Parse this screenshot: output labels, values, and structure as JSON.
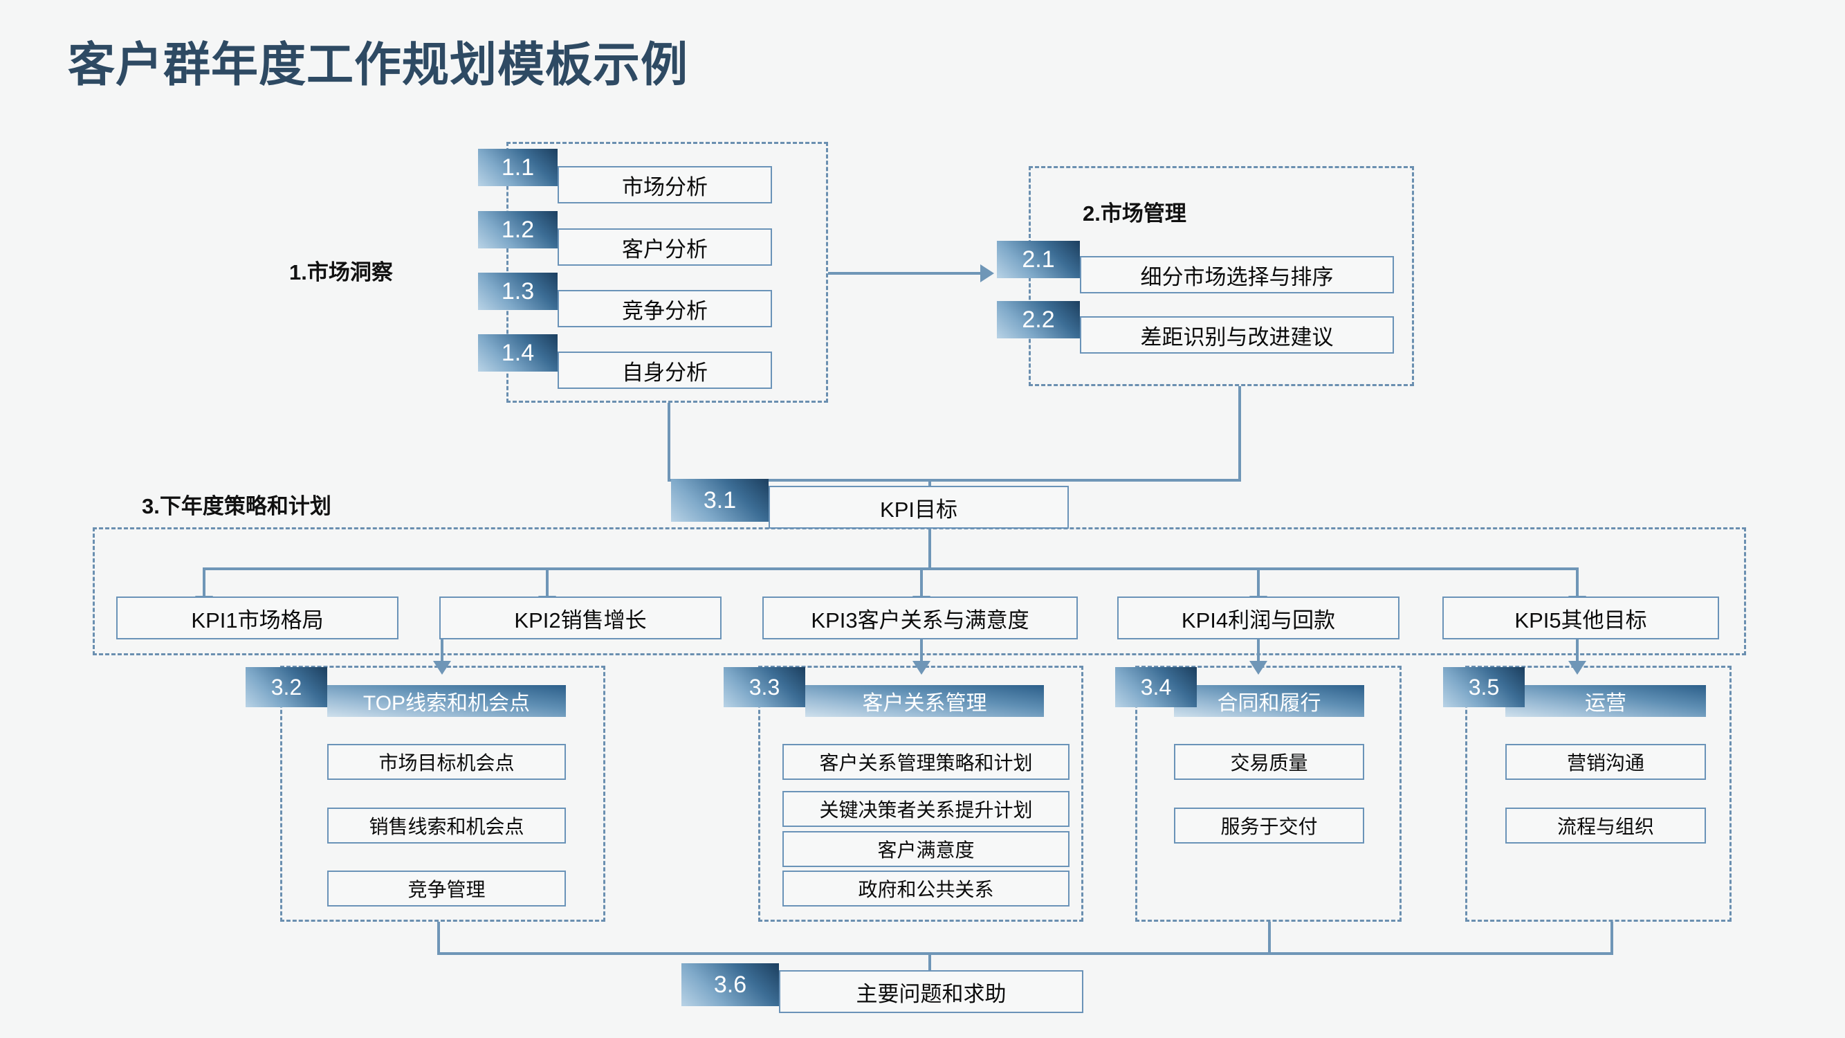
{
  "page": {
    "title": "客户群年度工作规划模板示例",
    "background_color": "#f5f6f6",
    "accent_color": "#6f96b7",
    "badge_gradient_from": "#b9d3e6",
    "badge_gradient_to": "#1c3f5f",
    "title_color": "#2e4a63"
  },
  "section1": {
    "caption": "1.市场洞察",
    "items": [
      {
        "number": "1.1",
        "label": "市场分析"
      },
      {
        "number": "1.2",
        "label": "客户分析"
      },
      {
        "number": "1.3",
        "label": "竞争分析"
      },
      {
        "number": "1.4",
        "label": "自身分析"
      }
    ]
  },
  "section2": {
    "caption": "2.市场管理",
    "items": [
      {
        "number": "2.1",
        "label": "细分市场选择与排序"
      },
      {
        "number": "2.2",
        "label": "差距识别与改进建议"
      }
    ]
  },
  "section3": {
    "caption": "3.下年度策略和计划",
    "kpi_goal": {
      "number": "3.1",
      "label": "KPI目标"
    },
    "kpis": [
      {
        "label": "KPI1市场格局"
      },
      {
        "label": "KPI2销售增长"
      },
      {
        "label": "KPI3客户关系与满意度"
      },
      {
        "label": "KPI4利润与回款"
      },
      {
        "label": "KPI5其他目标"
      }
    ],
    "panels": [
      {
        "number": "3.2",
        "title": "TOP线索和机会点",
        "items": [
          "市场目标机会点",
          "销售线索和机会点",
          "竞争管理"
        ]
      },
      {
        "number": "3.3",
        "title": "客户关系管理",
        "items": [
          "客户关系管理策略和计划",
          "关键决策者关系提升计划",
          "客户满意度",
          "政府和公共关系"
        ]
      },
      {
        "number": "3.4",
        "title": "合同和履行",
        "items": [
          "交易质量",
          "服务于交付"
        ]
      },
      {
        "number": "3.5",
        "title": "运营",
        "items": [
          "营销沟通",
          "流程与组织"
        ]
      }
    ],
    "summary": {
      "number": "3.6",
      "label": "主要问题和求助"
    }
  }
}
